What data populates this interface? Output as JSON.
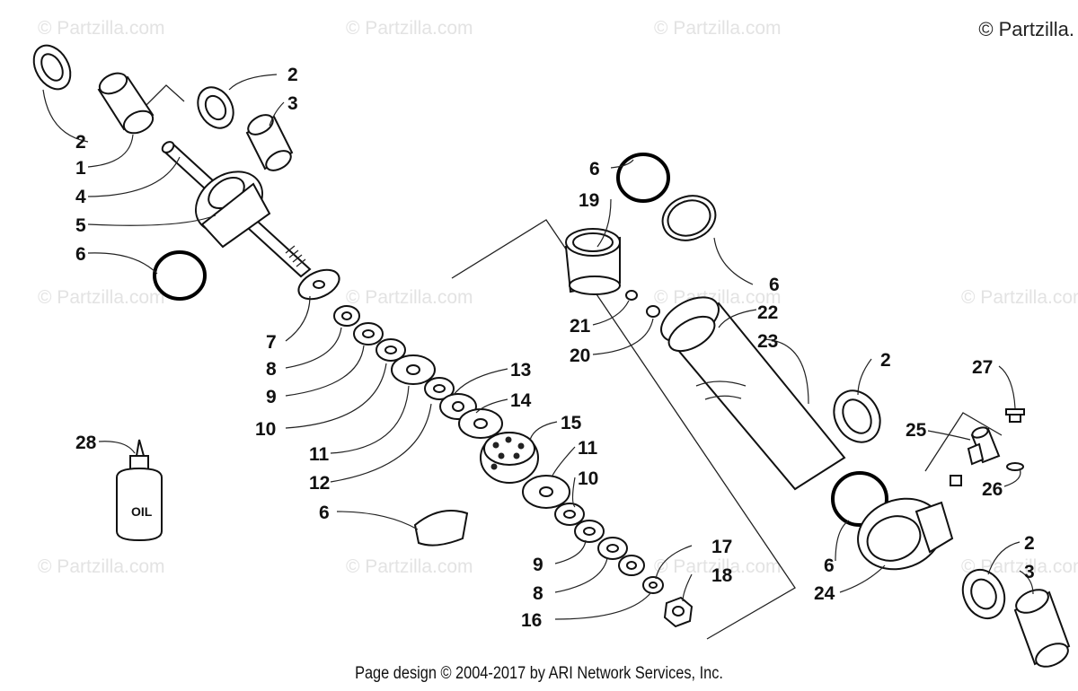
{
  "watermark_text": "© Partzilla.com",
  "copyright": "© Partzilla.",
  "footer": "Page design © 2004-2017 by ARI Network Services, Inc.",
  "oil_label": "OIL",
  "callouts": {
    "c2a": "2",
    "c3a": "3",
    "c2b": "2",
    "c1": "1",
    "c4": "4",
    "c5": "5",
    "c6a": "6",
    "c7": "7",
    "c8a": "8",
    "c9a": "9",
    "c10a": "10",
    "c11a": "11",
    "c12": "12",
    "c13": "13",
    "c14": "14",
    "c15": "15",
    "c11b": "11",
    "c10b": "10",
    "c6b": "6",
    "c9b": "9",
    "c8b": "8",
    "c16": "16",
    "c17": "17",
    "c18": "18",
    "c6c": "6",
    "c19": "19",
    "c6d": "6",
    "c21": "21",
    "c20": "20",
    "c22": "22",
    "c23": "23",
    "c2c": "2",
    "c27": "27",
    "c25": "25",
    "c26": "26",
    "c6e": "6",
    "c24": "24",
    "c2d": "2",
    "c3b": "3",
    "c28": "28"
  }
}
